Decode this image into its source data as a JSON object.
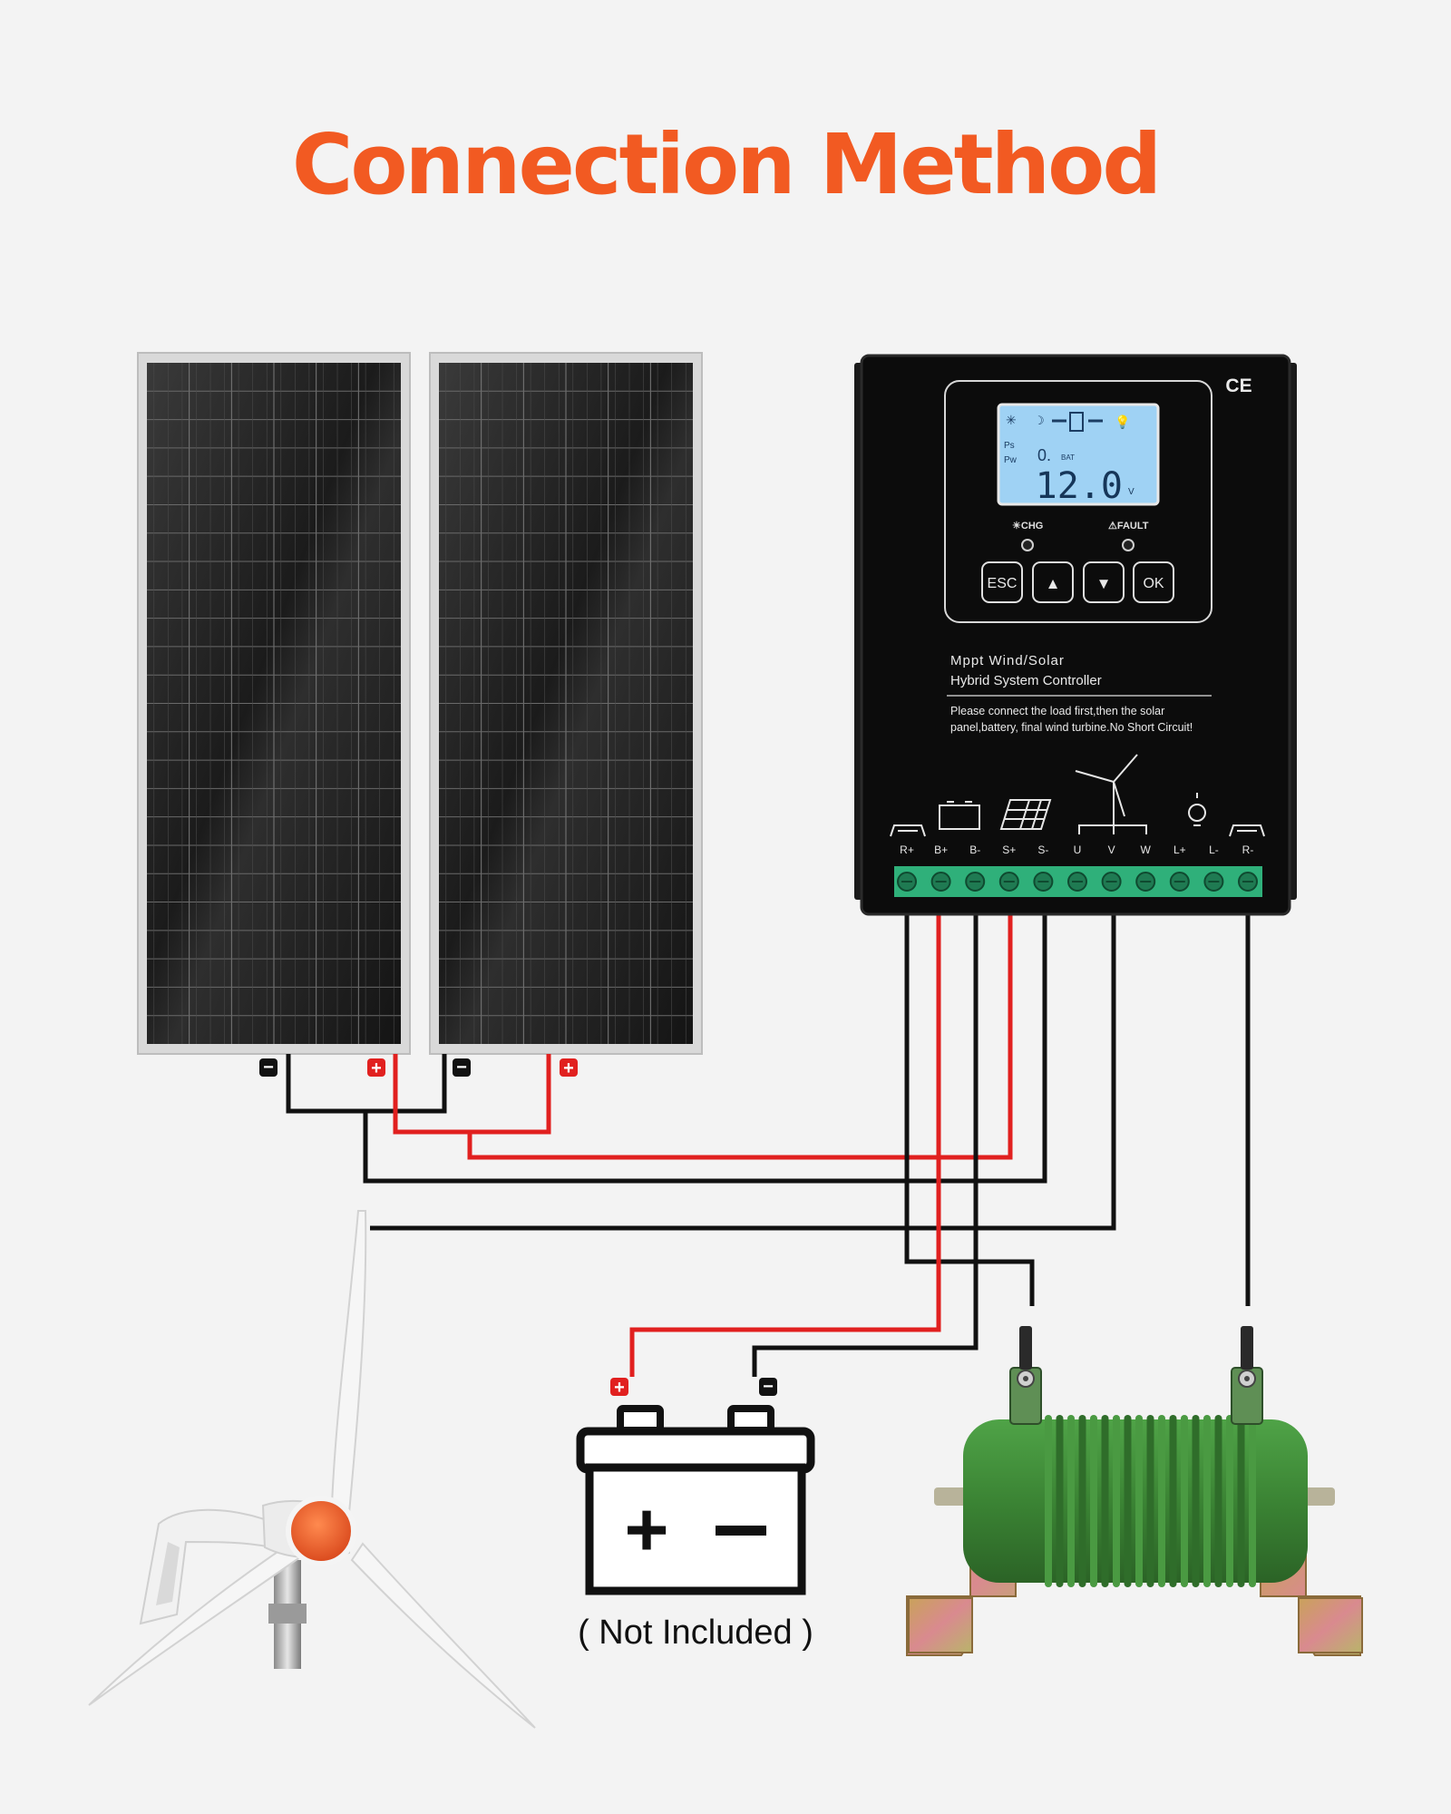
{
  "title": "Connection Method",
  "colors": {
    "title": "#f25a22",
    "wire_positive": "#e1201f",
    "wire_negative": "#111111",
    "controller_body": "#0c0c0c",
    "lcd": "#9fd2f4",
    "terminal_block": "#2fb07a",
    "resistor": "#3f8a3a"
  },
  "controller": {
    "ce_mark": "CE",
    "lcd_value": "12.0",
    "lcd_unit": "V",
    "lcd_labels": {
      "ps": "Ps",
      "pw": "Pw",
      "bat": "BAT"
    },
    "indicators": {
      "charge": "CHG",
      "fault": "FAULT"
    },
    "buttons": {
      "esc": "ESC",
      "up": "▲",
      "down": "▼",
      "ok": "OK"
    },
    "name_line1": "Mppt Wind/Solar",
    "name_line2": "Hybrid System Controller",
    "note_line1": "Please connect the load first,then the solar",
    "note_line2": "panel,battery, final wind turbine.No Short Circuit!",
    "terminals": [
      "R+",
      "B+",
      "B-",
      "S+",
      "S-",
      "U",
      "V",
      "W",
      "L+",
      "L-",
      "R-"
    ],
    "terminal_icons": [
      "resistor-icon",
      "battery-icon",
      "solar-panel-icon",
      "wind-turbine-icon",
      "bulb-icon",
      "resistor-icon"
    ]
  },
  "solar_panels": [
    {
      "negative_label": "−",
      "positive_label": "+"
    },
    {
      "negative_label": "−",
      "positive_label": "+"
    }
  ],
  "battery": {
    "positive_symbol": "+",
    "negative_symbol": "−",
    "caption": "( Not Included )"
  },
  "components": [
    "solar-panel",
    "solar-panel",
    "hybrid-controller",
    "wind-turbine",
    "battery",
    "dump-load-resistor"
  ]
}
